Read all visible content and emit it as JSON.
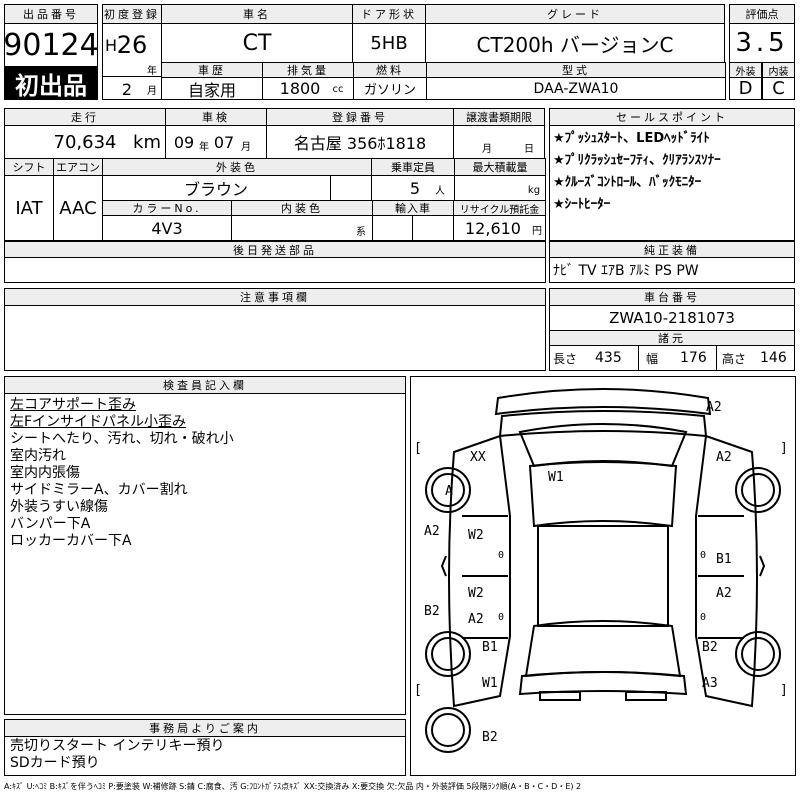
{
  "header": {
    "lot_label": "出品番号",
    "lot_number": "90124",
    "first_listing": "初出品",
    "first_reg_label": "初度登録",
    "era": "H",
    "year": "26",
    "year_unit": "年",
    "month": "2",
    "month_unit": "月",
    "car_name_label": "車名",
    "car_name": "CT",
    "door_label": "ドア形状",
    "door": "5HB",
    "grade_label": "グレード",
    "grade": "CT200h バージョンC",
    "score_label": "評価点",
    "score": "3.5",
    "history_label": "車歴",
    "history": "自家用",
    "displacement_label": "排気量",
    "displacement": "1800",
    "displacement_unit": "cc",
    "fuel_label": "燃料",
    "fuel": "ガソリン",
    "model_label": "型式",
    "model": "DAA-ZWA10",
    "exterior_label": "外装",
    "exterior_grade": "D",
    "interior_label": "内装",
    "interior_grade": "C"
  },
  "row2": {
    "mileage_label": "走行",
    "mileage": "70,634",
    "mileage_unit": "km",
    "inspection_label": "車検",
    "inspection_year": "09",
    "inspection_year_unit": "年",
    "inspection_month": "07",
    "inspection_month_unit": "月",
    "plate_label": "登録番号",
    "plate": "名古屋 356ﾎ1818",
    "transfer_label": "譲渡書類期限",
    "transfer_month": "月",
    "transfer_day": "日",
    "shift_label": "シフト",
    "shift": "IAT",
    "ac_label": "エアコン",
    "ac": "AAC",
    "ext_color_label": "外装色",
    "ext_color": "ブラウン",
    "capacity_label": "乗車定員",
    "capacity": "5",
    "capacity_unit": "人",
    "max_load_label": "最大積載量",
    "max_load_unit": "kg",
    "color_no_label": "カラーNo.",
    "color_no": "4V3",
    "int_color_label": "内装色",
    "int_color_unit": "系",
    "import_label": "輸入車",
    "recycle_label": "リサイクル預託金",
    "recycle": "12,610",
    "recycle_unit": "円"
  },
  "sales_points": {
    "label": "セールスポイント",
    "items": [
      "★ﾌﾟｯｼｭｽﾀｰﾄ、LEDﾍｯﾄﾞﾗｲﾄ",
      "★ﾌﾟﾘｸﾗｯｼｭｾｰﾌﾃｨ、ｸﾘｱﾗﾝｽｿﾅｰ",
      "★ｸﾙｰｽﾞｺﾝﾄﾛｰﾙ、ﾊﾞｯｸﾓﾆﾀｰ",
      "★ｼｰﾄﾋｰﾀｰ"
    ]
  },
  "later_parts_label": "後日発送部品",
  "equipment_label": "純正装備",
  "equipment": "ﾅﾋﾞ TV ｴｱB ｱﾙﾐ PS PW",
  "caution_label": "注意事項欄",
  "chassis_label": "車台番号",
  "chassis": "ZWA10-2181073",
  "dims": {
    "label": "諸元",
    "length_label": "長さ",
    "length": "435",
    "width_label": "幅",
    "width": "176",
    "height_label": "高さ",
    "height": "146"
  },
  "inspector": {
    "label": "検査員記入欄",
    "lines": [
      "左コアサポート歪み",
      "左Fインサイドパネル小歪み",
      "シートへたり、汚れ、切れ・破れ小",
      "室内汚れ",
      "室内内張傷",
      "サイドミラーA、カバー割れ",
      "外装うすい線傷",
      "バンパー下A",
      "ロッカーカバー下A"
    ]
  },
  "office": {
    "label": "事務局よりご案内",
    "lines": [
      "売切りスタート インテリキー預り",
      "SDカード預り"
    ]
  },
  "legend": "A:ｷｽﾞ U:ﾍｺﾐ B:ｷｽﾞを伴うﾍｺﾐ P:要塗装 W:補修跡 S:錆 C:腐食、汚 G:ﾌﾛﾝﾄｶﾞﾗｽ点ｷｽﾞ XX:交換済み X:要交換 欠:欠品 内・外装評価 5段階ﾗﾝｸ順(A・B・C・D・E) 2",
  "diagram_marks": {
    "front_right": "A2",
    "xx": "XX",
    "a_wheel": "A",
    "w1_hood": "W1",
    "a2_right_front": "A2",
    "a2_left": "A2",
    "w2_left_front": "W2",
    "zero_left_front": "0",
    "zero_right_front": "0",
    "b1_right": "B1",
    "w2_left_rear": "W2",
    "a2_left_rear": "A2",
    "a2_right_rear": "A2",
    "b2_left": "B2",
    "zero_left_rear": "0",
    "zero_right_rear": "0",
    "b1_left_wheel": "B1",
    "b2_right_wheel": "B2",
    "w1_rear": "W1",
    "a3_rear": "A3",
    "b2_rear": "B2"
  }
}
